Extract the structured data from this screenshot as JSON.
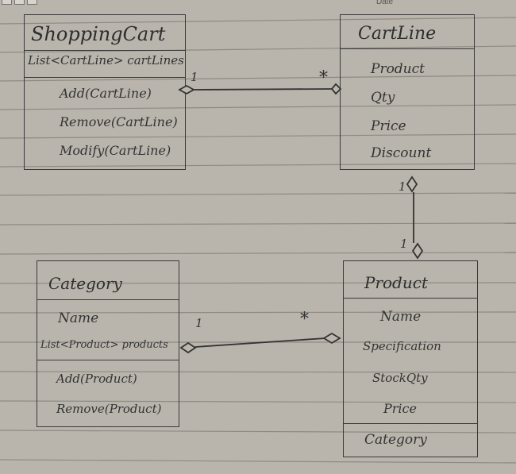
{
  "page": {
    "date_label": "Date"
  },
  "classes": {
    "shopping_cart": {
      "name": "ShoppingCart",
      "attributes": [
        "List<CartLine> cartLines"
      ],
      "methods": [
        "Add(CartLine)",
        "Remove(CartLine)",
        "Modify(CartLine)"
      ]
    },
    "cart_line": {
      "name": "CartLine",
      "attributes": [
        "Product",
        "Qty",
        "Price",
        "Discount"
      ]
    },
    "category": {
      "name": "Category",
      "attributes": [
        "Name",
        "List<Product> products"
      ],
      "methods": [
        "Add(Product)",
        "Remove(Product)"
      ]
    },
    "product": {
      "name": "Product",
      "attributes": [
        "Name",
        "Specification",
        "StockQty",
        "Price"
      ],
      "methods": [
        "Category"
      ]
    }
  },
  "associations": [
    {
      "from": "ShoppingCart",
      "to": "CartLine",
      "from_mult": "1",
      "to_mult": "*",
      "kind": "aggregation"
    },
    {
      "from": "CartLine",
      "to": "Product",
      "from_mult": "1",
      "to_mult": "1",
      "kind": "aggregation"
    },
    {
      "from": "Category",
      "to": "Product",
      "from_mult": "1",
      "to_mult": "*",
      "kind": "aggregation"
    }
  ]
}
